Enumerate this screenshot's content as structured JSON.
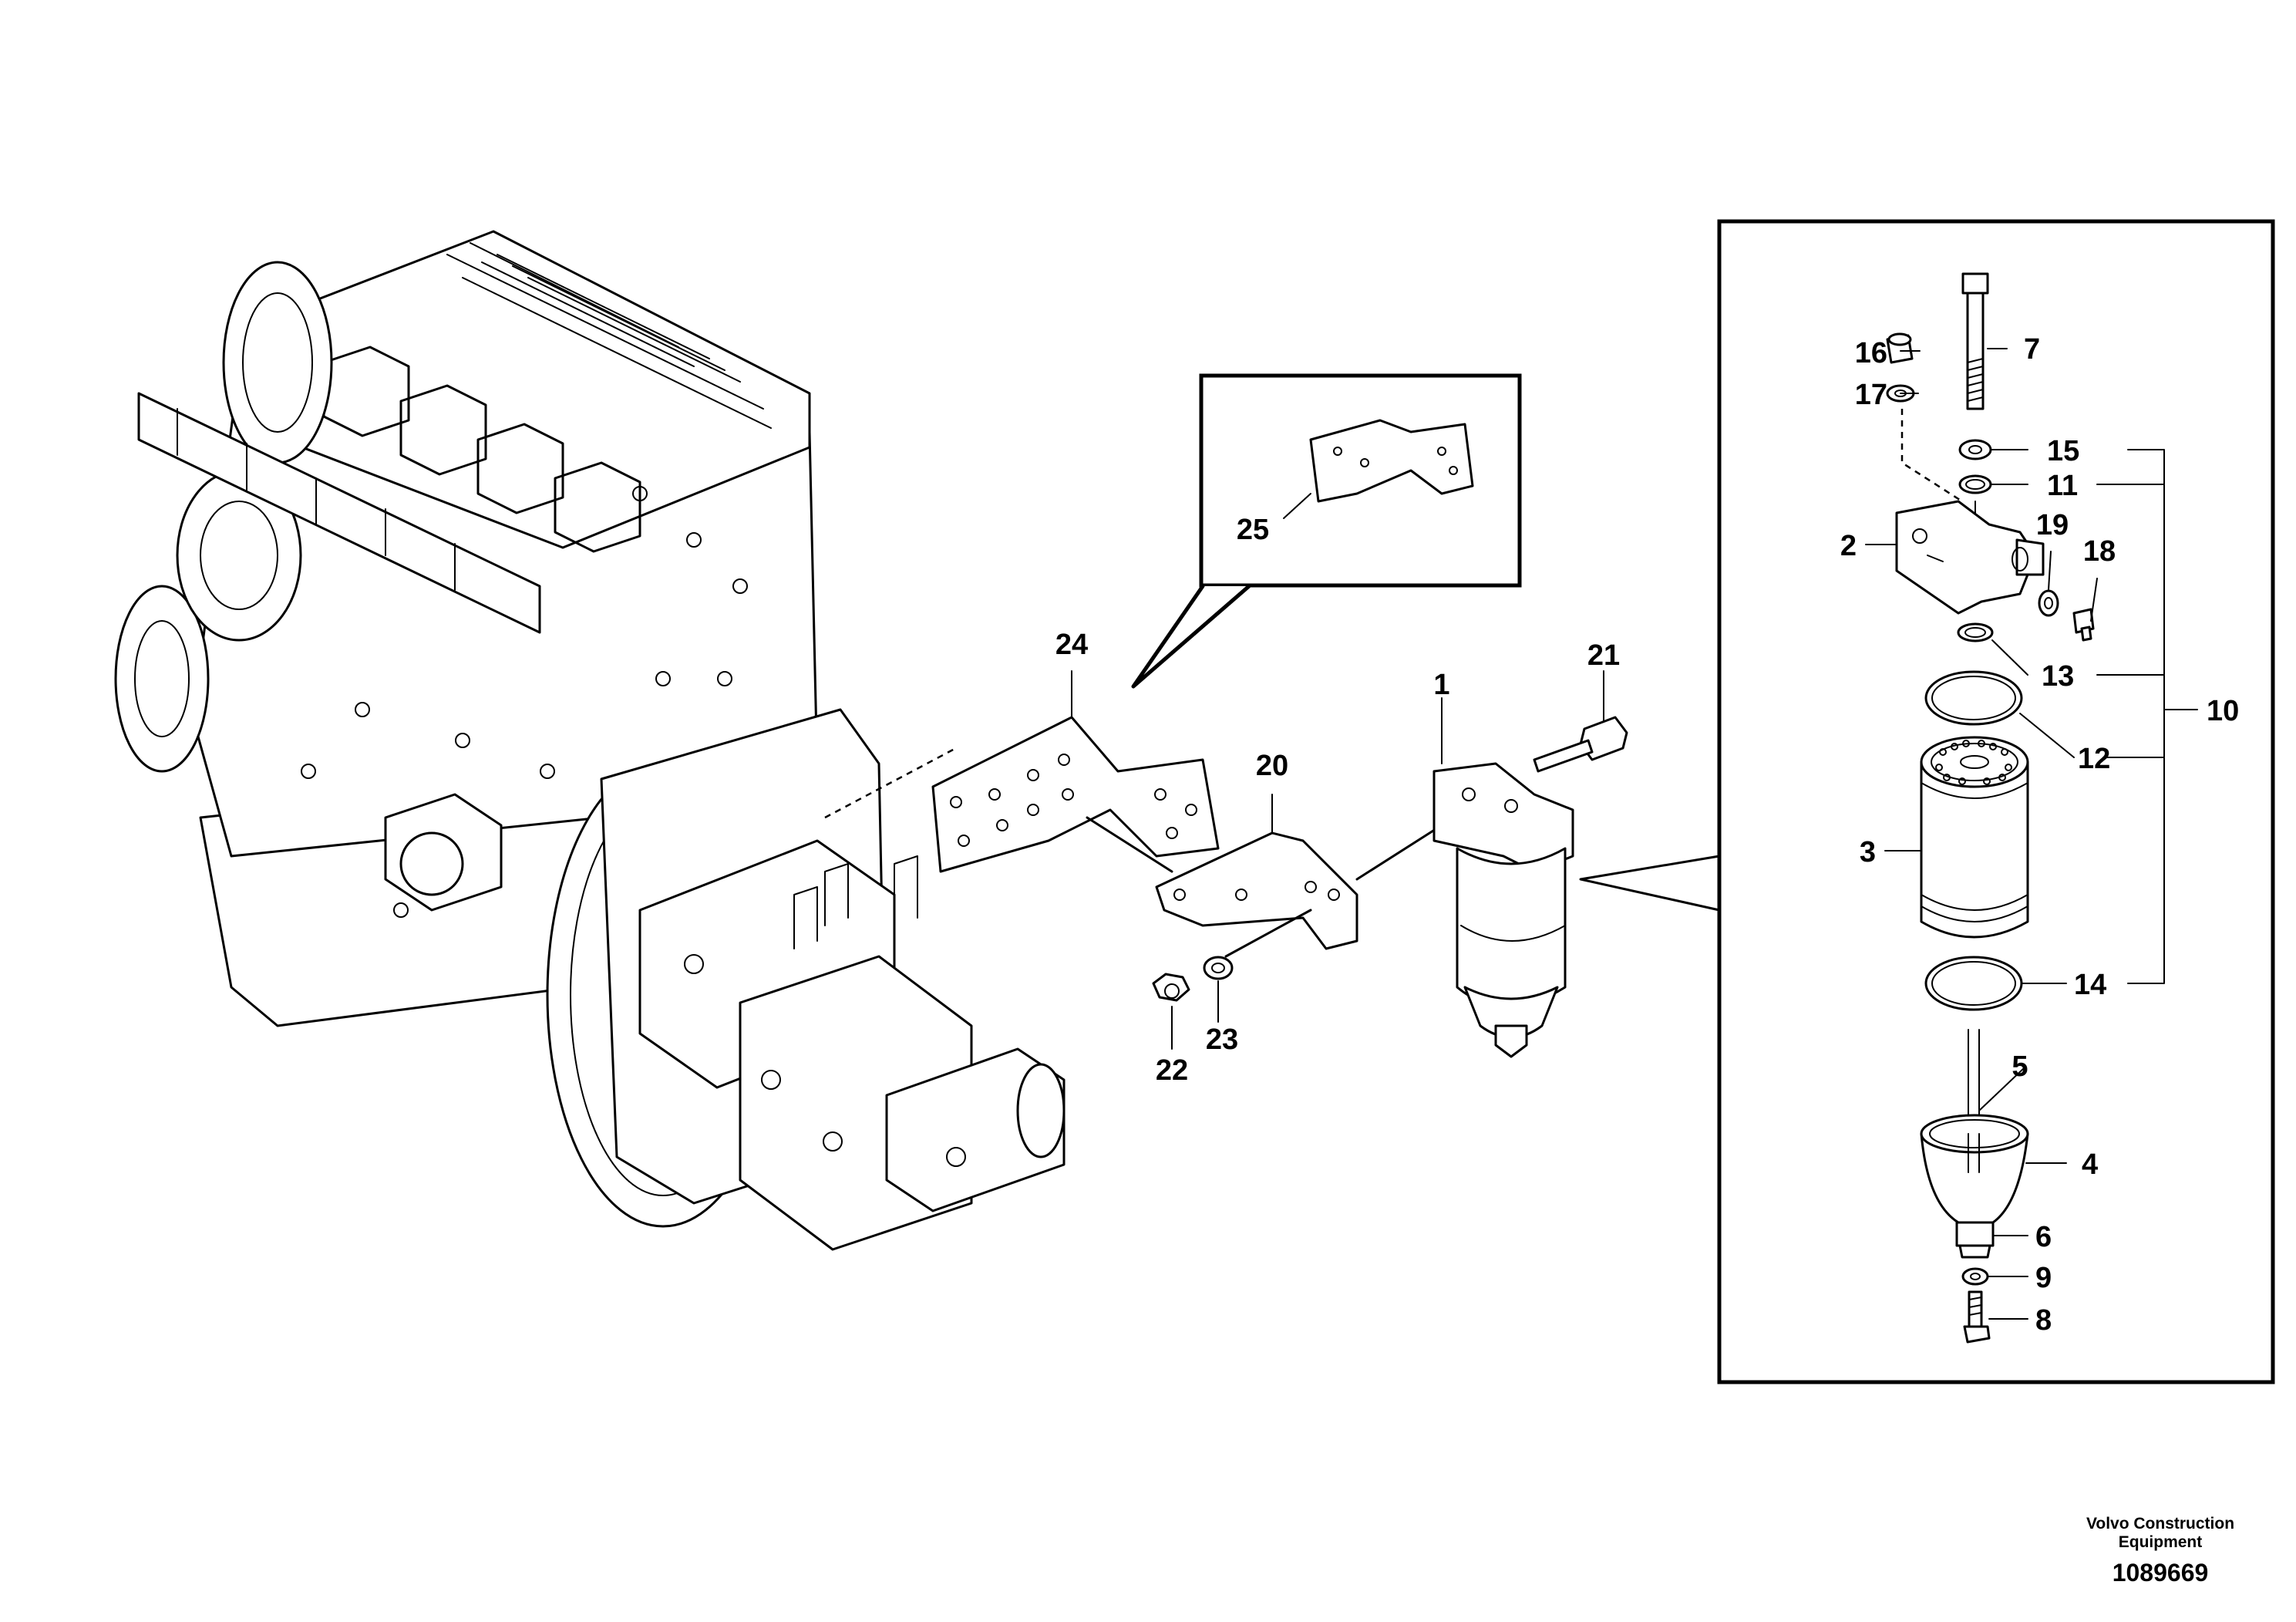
{
  "callouts": {
    "c1": "1",
    "c2": "2",
    "c3": "3",
    "c4": "4",
    "c5": "5",
    "c6": "6",
    "c7": "7",
    "c8": "8",
    "c9": "9",
    "c10": "10",
    "c11": "11",
    "c12": "12",
    "c13": "13",
    "c14": "14",
    "c15": "15",
    "c16": "16",
    "c17": "17",
    "c18": "18",
    "c19": "19",
    "c20": "20",
    "c21": "21",
    "c22": "22",
    "c23": "23",
    "c24": "24",
    "c25": "25"
  },
  "footer": {
    "brand_line1": "Volvo Construction",
    "brand_line2": "Equipment",
    "drawing_number": "1089669"
  }
}
